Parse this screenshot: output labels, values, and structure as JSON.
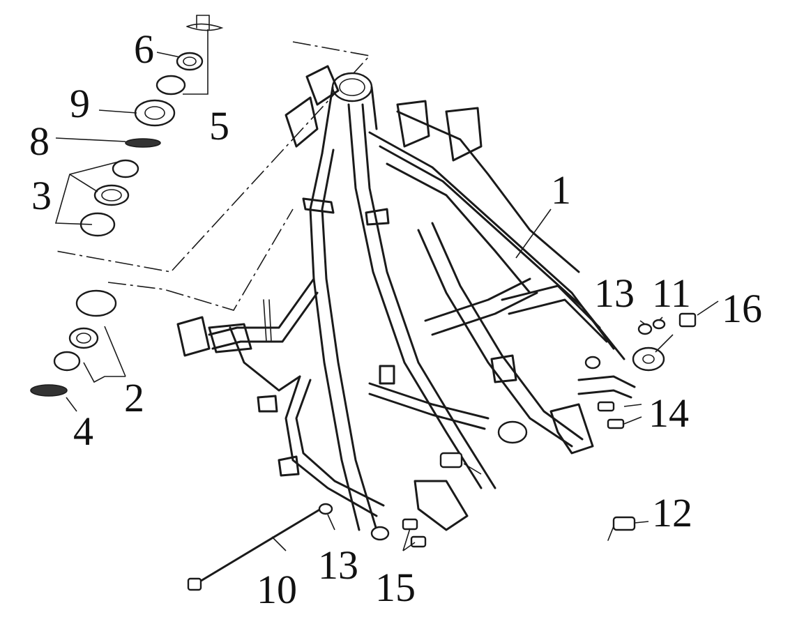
{
  "diagram": {
    "background": "#ffffff",
    "ink": "#1a1a1a",
    "callouts": [
      {
        "id": "1",
        "text": "1"
      },
      {
        "id": "2",
        "text": "2"
      },
      {
        "id": "3",
        "text": "3"
      },
      {
        "id": "4",
        "text": "4"
      },
      {
        "id": "5",
        "text": "5"
      },
      {
        "id": "6",
        "text": "6"
      },
      {
        "id": "8",
        "text": "8"
      },
      {
        "id": "9",
        "text": "9"
      },
      {
        "id": "10",
        "text": "10"
      },
      {
        "id": "11",
        "text": "11"
      },
      {
        "id": "12",
        "text": "12"
      },
      {
        "id": "13a",
        "text": "13"
      },
      {
        "id": "13b",
        "text": "13"
      },
      {
        "id": "14",
        "text": "14"
      },
      {
        "id": "15",
        "text": "15"
      },
      {
        "id": "16",
        "text": "16"
      }
    ]
  }
}
